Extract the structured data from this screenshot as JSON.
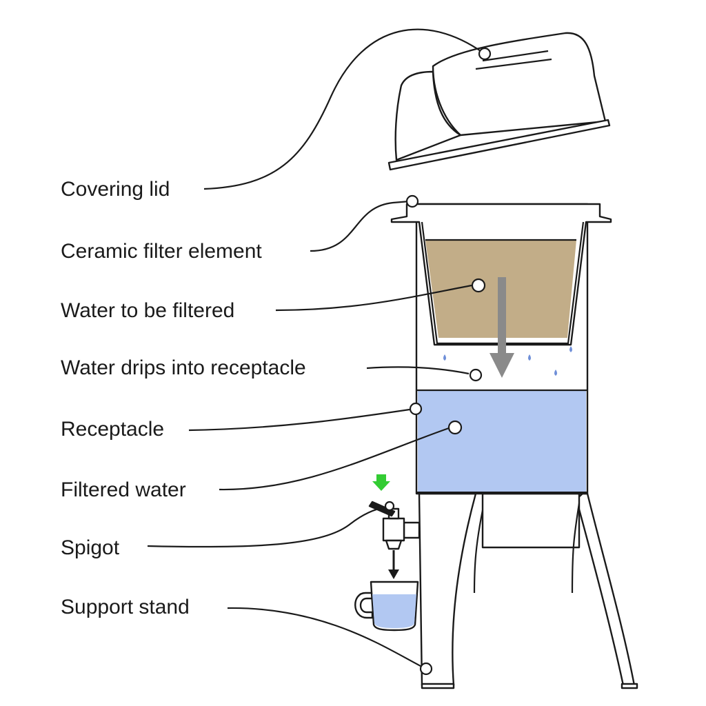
{
  "labels": {
    "covering_lid": "Covering lid",
    "ceramic_filter": "Ceramic filter element",
    "water_to_filter": "Water to be filtered",
    "water_drips": "Water drips into receptacle",
    "receptacle": "Receptacle",
    "filtered_water": "Filtered water",
    "spigot": "Spigot",
    "support_stand": "Support stand"
  },
  "colors": {
    "unfiltered_water": "#c2ad88",
    "filtered_water": "#b2c8f2",
    "drop": "#6f8fd8",
    "flow_arrow": "#8a8a8a",
    "spigot_indicator": "#33cc33",
    "outline": "#1a1a1a"
  },
  "icons": [
    "down-arrow-icon",
    "water-drop-icon",
    "cup-icon",
    "spigot-icon"
  ]
}
